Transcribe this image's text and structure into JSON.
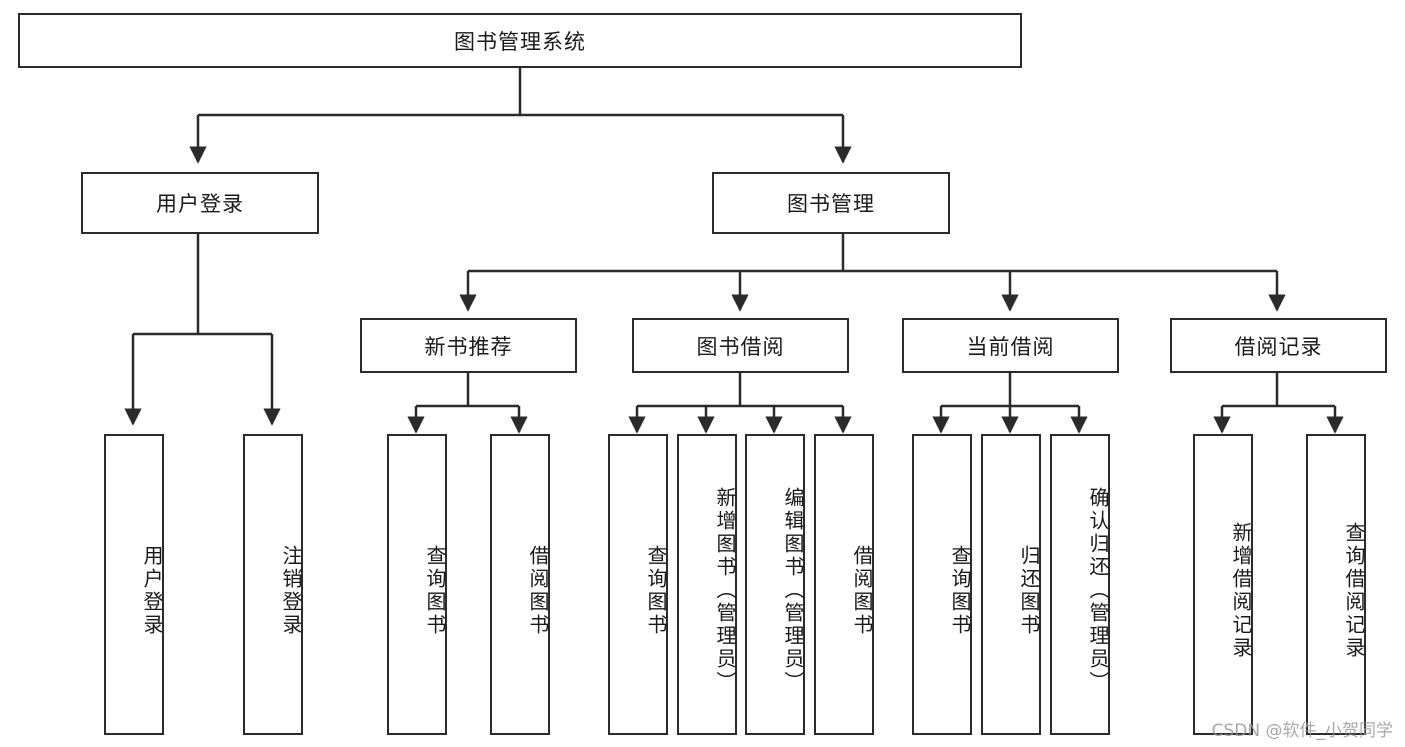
{
  "diagram": {
    "type": "tree-hierarchy",
    "title": "图书管理系统",
    "orientation": "top-down",
    "colors": {
      "stroke": "#2b2b2b",
      "fill": "#ffffff",
      "text": "#1a1a1a",
      "watermark": "#9a9a9a"
    },
    "root": {
      "label": "图书管理系统"
    },
    "level1": [
      {
        "label": "用户登录"
      },
      {
        "label": "图书管理"
      }
    ],
    "level2": [
      {
        "label": "新书推荐"
      },
      {
        "label": "图书借阅"
      },
      {
        "label": "当前借阅"
      },
      {
        "label": "借阅记录"
      }
    ],
    "leaves": {
      "user_login": [
        {
          "label": "用户登录"
        },
        {
          "label": "注销登录"
        }
      ],
      "new_book_recommend": [
        {
          "label": "查询图书"
        },
        {
          "label": "借阅图书"
        }
      ],
      "book_borrow": [
        {
          "label": "查询图书"
        },
        {
          "label": "新增图书（管理员）"
        },
        {
          "label": "编辑图书（管理员）"
        },
        {
          "label": "借阅图书"
        }
      ],
      "current_borrow": [
        {
          "label": "查询图书"
        },
        {
          "label": "归还图书"
        },
        {
          "label": "确认归还（管理员）"
        }
      ],
      "borrow_records": [
        {
          "label": "新增借阅记录"
        },
        {
          "label": "查询借阅记录"
        }
      ]
    }
  },
  "watermark": {
    "text": "CSDN @软件_小贺同学"
  }
}
